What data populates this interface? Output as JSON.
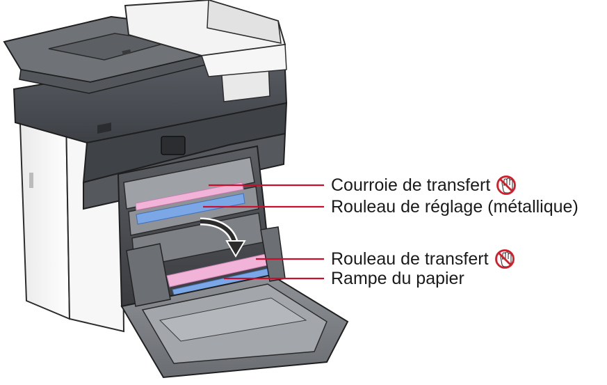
{
  "diagram": {
    "callouts": [
      {
        "id": "courroie",
        "text": "Courroie de transfert",
        "no_touch": true
      },
      {
        "id": "rouleau-reglage",
        "text": "Rouleau de réglage (métallique)",
        "no_touch": false
      },
      {
        "id": "rouleau-transfert",
        "text": "Rouleau de transfert",
        "no_touch": true
      },
      {
        "id": "rampe",
        "text": "Rampe du papier",
        "no_touch": false
      }
    ],
    "icons": {
      "no_touch": "no-touch-hand-icon",
      "arrow": "curved-arrow-icon"
    },
    "colors": {
      "leader_line": "#c8102e",
      "transfer_highlight": "#f2b3d9",
      "roller_highlight": "#7ba7e6",
      "body_dark": "#4a4d52",
      "body_light": "#f2f2f2",
      "no_touch_red": "#d21d2b"
    }
  }
}
